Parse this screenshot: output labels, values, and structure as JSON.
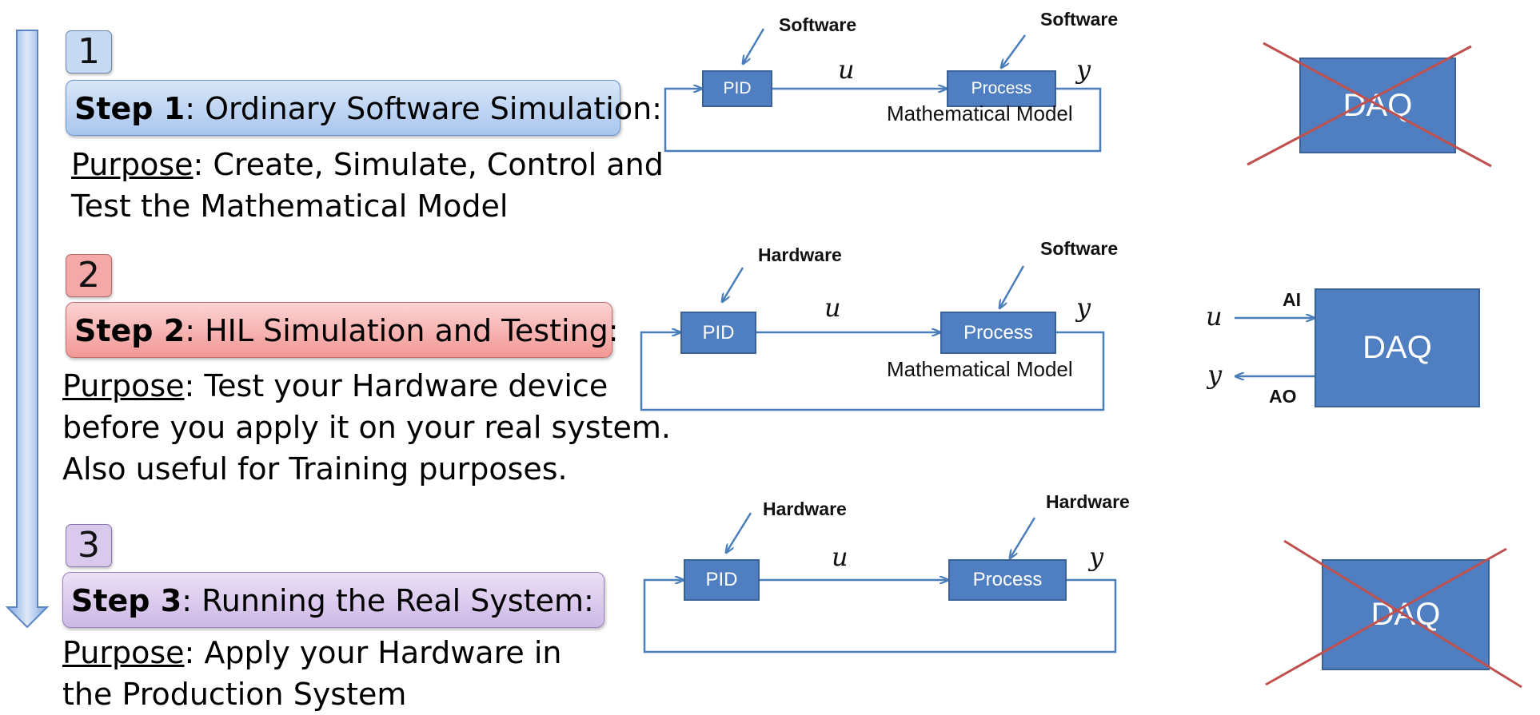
{
  "steps": [
    {
      "number": "1",
      "title_bold": "Step 1",
      "title_rest": ": Ordinary Software Simulation:",
      "purpose_label": "Purpose",
      "purpose_line1_rest": ": Create, Simulate, Control and",
      "purpose_line2": "Test the Mathematical Model",
      "purpose_line3": "",
      "pid_label": "PID",
      "process_label": "Process",
      "pid_annotation": "Software",
      "process_annotation": "Software",
      "model_label": "Mathematical Model",
      "u_label": "u",
      "y_label": "y",
      "daq_label": "DAQ",
      "daq_crossed": true
    },
    {
      "number": "2",
      "title_bold": "Step 2",
      "title_rest": ": HIL Simulation and Testing:",
      "purpose_label": "Purpose",
      "purpose_line1_rest": ": Test your Hardware device",
      "purpose_line2": "before you apply it on your real system.",
      "purpose_line3": "Also useful for Training purposes.",
      "pid_label": "PID",
      "process_label": "Process",
      "pid_annotation": "Hardware",
      "process_annotation": "Software",
      "model_label": "Mathematical Model",
      "u_label": "u",
      "y_label": "y",
      "daq_label": "DAQ",
      "daq_crossed": false,
      "daq_in_label": "AI",
      "daq_out_label": "AO",
      "daq_u_label": "u",
      "daq_y_label": "y"
    },
    {
      "number": "3",
      "title_bold": "Step 3",
      "title_rest": ": Running the Real System:",
      "purpose_label": "Purpose",
      "purpose_line1_rest": ": Apply your Hardware in",
      "purpose_line2": "the Production System",
      "purpose_line3": "",
      "pid_label": "PID",
      "process_label": "Process",
      "pid_annotation": "Hardware",
      "process_annotation": "Hardware",
      "u_label": "u",
      "y_label": "y",
      "daq_label": "DAQ",
      "daq_crossed": true
    }
  ],
  "colors": {
    "block_fill": "#4f7fc1",
    "wire": "#4a7ebb",
    "cross": "#c0504d",
    "step1_fill": "#bcd3f2",
    "step2_fill": "#f4a9a8",
    "step3_fill": "#d9c9ec"
  },
  "icons": {
    "progress_arrow": "down-arrow-icon",
    "daq_cross": "x-cross-icon"
  }
}
